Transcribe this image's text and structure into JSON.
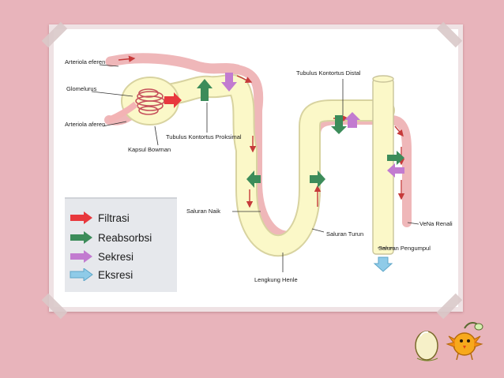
{
  "diagram": {
    "labels": {
      "arteriola_eferen": "Arteriola eferen",
      "glomerulus": "Glomelurus",
      "arteriola_aferen": "Arteriola aferen",
      "tubulus_proksimal": "Tubulus Kontortus Proksimal",
      "kapsul_bowman": "Kapsul Bowman",
      "tubulus_distal": "Tubulus Kontortus Distal",
      "saluran_naik": "Saluran Naik",
      "saluran_turun": "Saluran Turun",
      "vena_renali": "VeNa Renali",
      "saluran_pengumpul": "Saluran Pengumpul",
      "lengkung_henle": "Lengkung Henle"
    },
    "legend": [
      {
        "label": "Filtrasi",
        "color": "#e8383d"
      },
      {
        "label": "Reabsorbsi",
        "color": "#3c8c5a"
      },
      {
        "label": "Sekresi",
        "color": "#c27bd0"
      },
      {
        "label": "Eksresi",
        "color": "#8fcbe8"
      }
    ],
    "colors": {
      "tubule": "#fbf8c8",
      "vessel": "#f3c4c4",
      "background": "#e8b4bb"
    }
  }
}
